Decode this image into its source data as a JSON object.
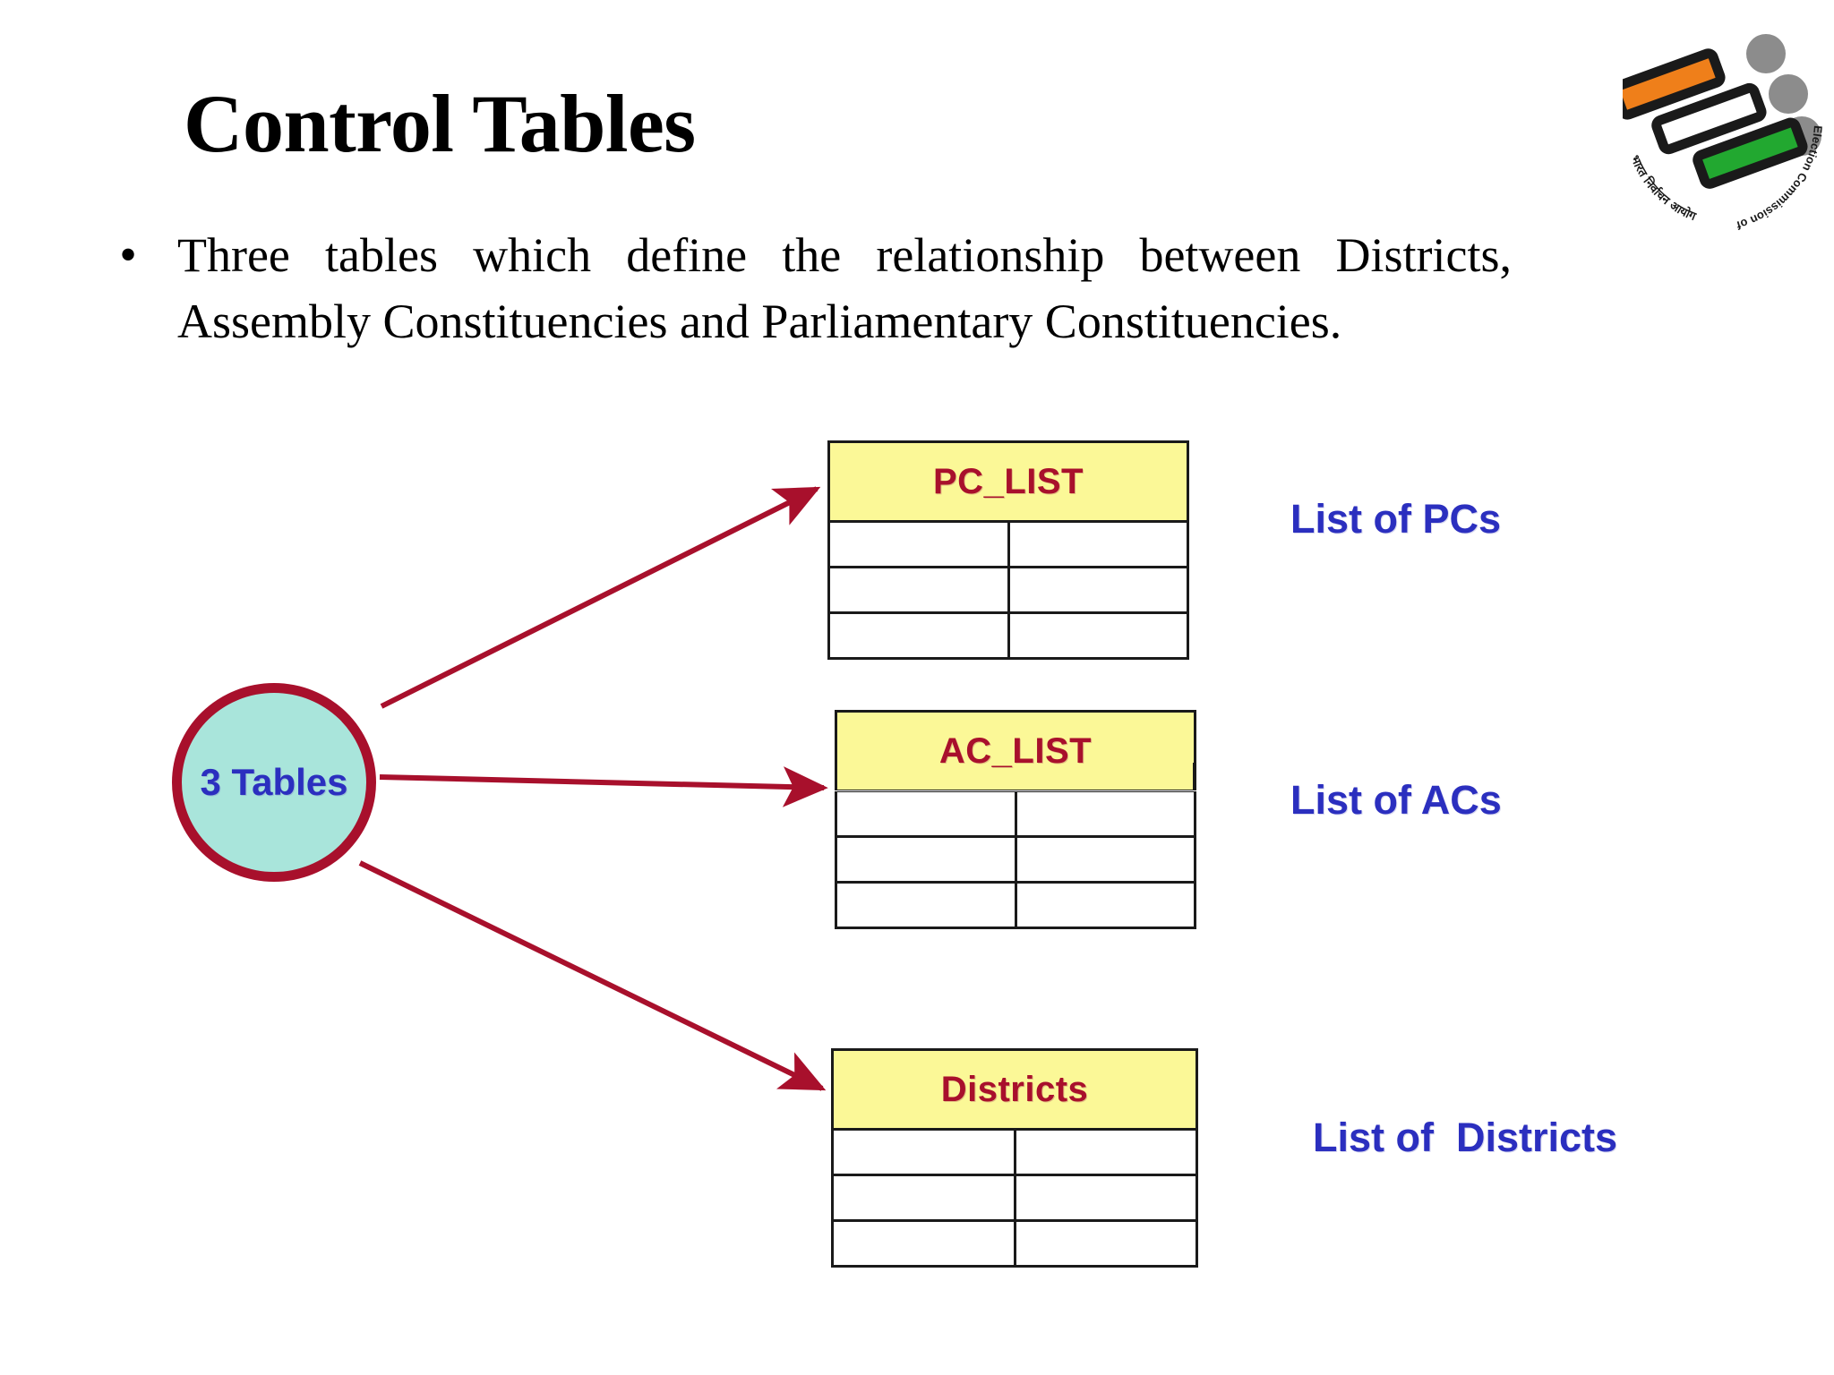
{
  "slide": {
    "title": "Control Tables",
    "bullet_marker": "•",
    "bullet_text": "Three tables which define the relationship between Districts, Assembly Constituencies and Parliamentary Constituencies."
  },
  "diagram": {
    "source_node": {
      "label": "3 Tables",
      "fill_color": "#a9e5db",
      "border_color": "#a8102c",
      "text_color": "#2b2fbf"
    },
    "arrow_color": "#a8102c",
    "arrows": [
      {
        "name": "arrow-to-pc-list",
        "from": "3 Tables",
        "to": "PC_LIST"
      },
      {
        "name": "arrow-to-ac-list",
        "from": "3 Tables",
        "to": "AC_LIST"
      },
      {
        "name": "arrow-to-districts",
        "from": "3 Tables",
        "to": "Districts"
      }
    ],
    "tables": [
      {
        "name": "pc-list",
        "header": "PC_LIST",
        "header_fill": "#fbf897",
        "header_text_color": "#a8102c",
        "columns": 2,
        "body_rows": 3,
        "cells": [
          [
            "",
            ""
          ],
          [
            "",
            ""
          ],
          [
            "",
            ""
          ]
        ],
        "caption": "List of PCs"
      },
      {
        "name": "ac-list",
        "header": "AC_LIST",
        "header_fill": "#fbf897",
        "header_text_color": "#a8102c",
        "columns": 2,
        "body_rows": 3,
        "cells": [
          [
            "",
            ""
          ],
          [
            "",
            ""
          ],
          [
            "",
            ""
          ]
        ],
        "caption": "List of ACs"
      },
      {
        "name": "districts",
        "header": "Districts",
        "header_fill": "#fbf897",
        "header_text_color": "#a8102c",
        "columns": 2,
        "body_rows": 3,
        "cells": [
          [
            "",
            ""
          ],
          [
            "",
            ""
          ],
          [
            "",
            ""
          ]
        ],
        "caption": "List of  Districts"
      }
    ],
    "caption_color": "#2b2fbf"
  },
  "logo": {
    "name": "election-commission-of-india-logo",
    "text_devanagari": "भारत निर्वाचन आयोग",
    "text_english": "Election Commission of India",
    "bar_colors": [
      "#ef7f1a",
      "#ffffff",
      "#22a830"
    ],
    "dot_color": "#8c8c8c",
    "outline_color": "#1a1a1a"
  }
}
